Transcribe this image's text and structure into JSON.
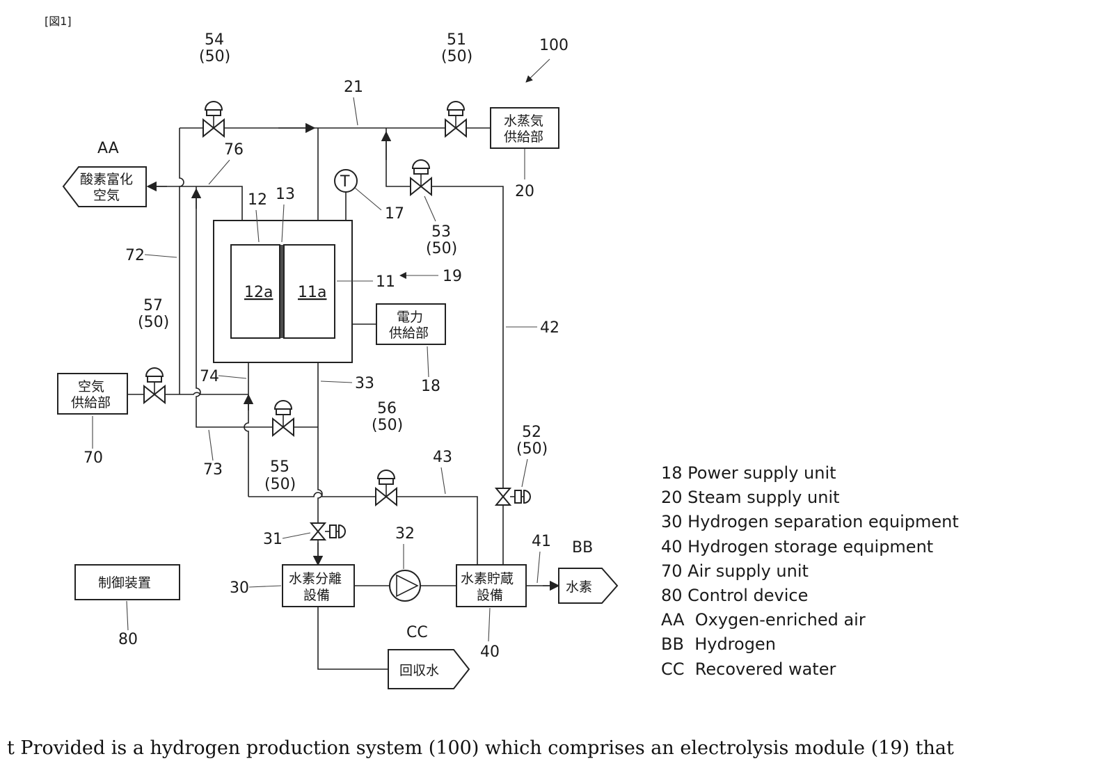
{
  "figure_label": "[図1]",
  "system": {
    "ref": "100"
  },
  "components": {
    "steam_supply": {
      "ref": "20",
      "line1": "水蒸気",
      "line2": "供給部"
    },
    "power_supply": {
      "ref": "18",
      "line1": "電力",
      "line2": "供給部"
    },
    "air_supply": {
      "ref": "70",
      "line1": "空気",
      "line2": "供給部"
    },
    "control_device": {
      "ref": "80",
      "label": "制御装置"
    },
    "h2_separation": {
      "ref": "30",
      "line1": "水素分離",
      "line2": "設備"
    },
    "h2_storage": {
      "ref": "40",
      "line1": "水素貯蔵",
      "line2": "設備"
    },
    "pump": {
      "ref": "32"
    },
    "cell_module": {
      "ref": "19",
      "outer_ref": "11",
      "cell_a_ref": "12",
      "membrane_ref": "13",
      "anode": "12a",
      "cathode": "11a"
    },
    "thermometer": {
      "ref": "17",
      "symbol": "T"
    }
  },
  "outlets": {
    "oxygen_air": {
      "code": "AA",
      "line1": "酸素富化",
      "line2": "空気"
    },
    "hydrogen": {
      "code": "BB",
      "label": "水素"
    },
    "water": {
      "code": "CC",
      "label": "回収水"
    }
  },
  "valves": {
    "v51": {
      "ref": "51",
      "group": "(50)"
    },
    "v52": {
      "ref": "52",
      "group": "(50)"
    },
    "v53": {
      "ref": "53",
      "group": "(50)"
    },
    "v54": {
      "ref": "54",
      "group": "(50)"
    },
    "v55": {
      "ref": "55",
      "group": "(50)"
    },
    "v56": {
      "ref": "56",
      "group": "(50)"
    },
    "v57": {
      "ref": "57",
      "group": "(50)"
    },
    "v31": {
      "ref": "31"
    }
  },
  "lines": {
    "l21": "21",
    "l33": "33",
    "l41": "41",
    "l42": "42",
    "l43": "43",
    "l72": "72",
    "l73": "73",
    "l74": "74",
    "l76": "76"
  },
  "legend": [
    "18 Power supply unit",
    "20 Steam supply unit",
    "30 Hydrogen separation equipment",
    "40 Hydrogen storage equipment",
    "70 Air supply unit",
    "80 Control device",
    "AA  Oxygen-enriched air",
    "BB  Hydrogen",
    "CC  Recovered water"
  ],
  "caption": "t Provided is a hydrogen production system (100) which comprises an electrolysis module (19) that"
}
